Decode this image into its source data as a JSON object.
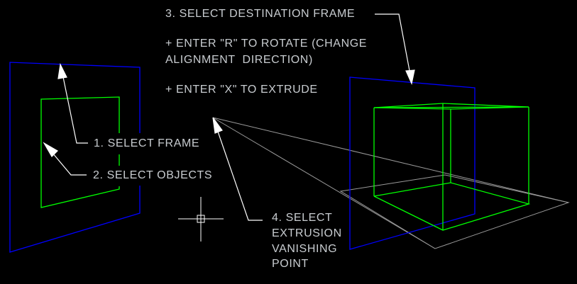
{
  "annotations": {
    "step1": "1. SELECT FRAME",
    "step2": "2. SELECT OBJECTS",
    "step3": "3. SELECT DESTINATION FRAME",
    "rotate_line1": "+ ENTER \"R\" TO ROTATE (CHANGE",
    "rotate_line2": "ALIGNMENT  DIRECTION)",
    "extrude": "+ ENTER \"X\" TO EXTRUDE",
    "step4_line1": "4. SELECT",
    "step4_line2": "EXTRUSION",
    "step4_line3": "VANISHING",
    "step4_line4": "POINT"
  },
  "colors": {
    "frame": "#0000ff",
    "objects": "#00ff00",
    "guide": "#9a9a9a",
    "leader": "#ffffff",
    "text": "#c8ccd0"
  }
}
